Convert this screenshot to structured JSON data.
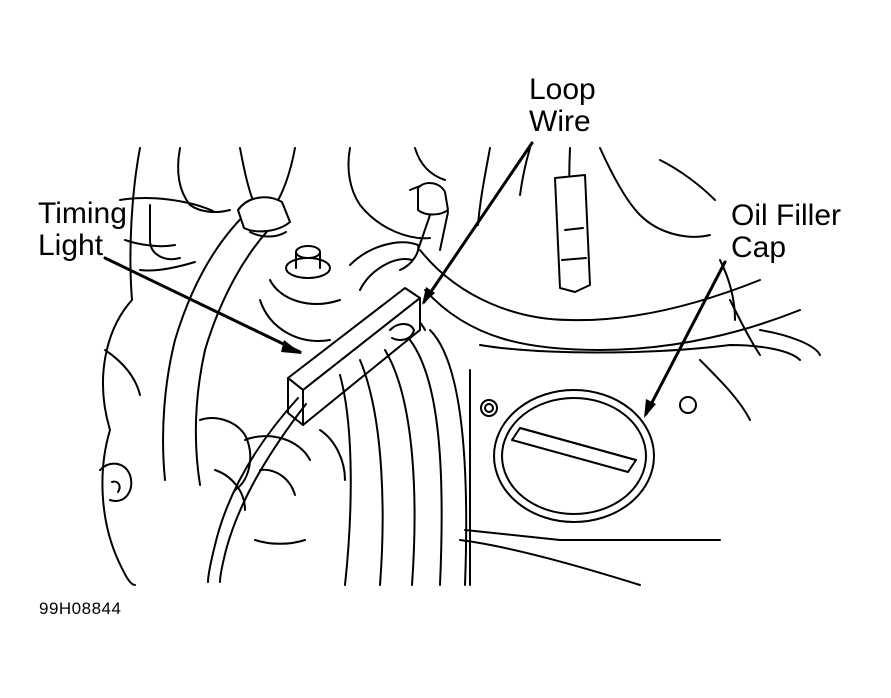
{
  "labels": {
    "timing_light": [
      "Timing",
      "Light"
    ],
    "loop_wire": [
      "Loop",
      "Wire"
    ],
    "oil_filler_cap": [
      "Oil Filler",
      "Cap"
    ]
  },
  "figure_code": "99H08844",
  "colors": {
    "ink": "#000000",
    "paper": "#ffffff"
  }
}
